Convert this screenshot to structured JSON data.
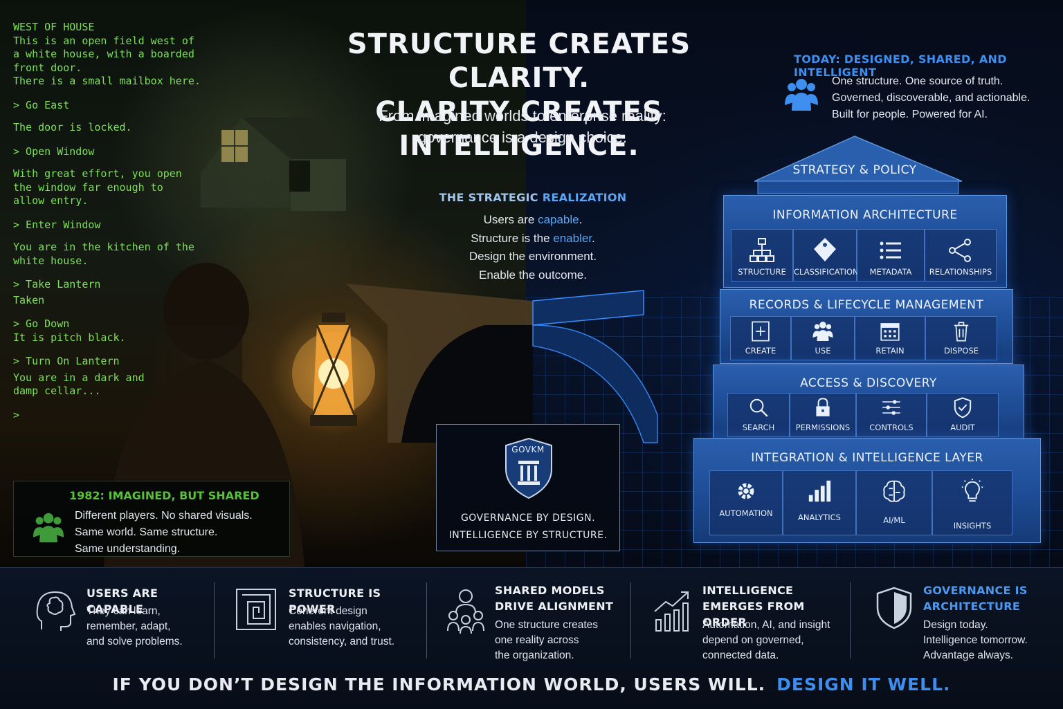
{
  "terminal": {
    "room": "WEST OF HOUSE",
    "intro": "This is an open field west of\na white house, with a boarded\nfront door.\nThere is a small mailbox here.",
    "cmd1": "> Go East",
    "resp1": "The door is locked.",
    "cmd2": "> Open Window",
    "resp2": "With great effort, you open\nthe window far enough to\nallow entry.",
    "cmd3": "> Enter Window",
    "resp3": "You are in the kitchen of the\nwhite house.",
    "cmd4": "> Take Lantern",
    "resp4": "Taken",
    "cmd5": "> Go Down",
    "resp5": "It is pitch black.",
    "cmd6": "> Turn On Lantern",
    "resp6": "You are in a dark and\ndamp cellar...",
    "prompt": ">"
  },
  "headline": {
    "line1": "STRUCTURE CREATES CLARITY.",
    "line2": "CLARITY CREATES INTELLIGENCE."
  },
  "subheadline": {
    "line1": "From imagined worlds to enterprise reality:",
    "line2": "governance is a design choice."
  },
  "today": {
    "title": "TODAY: DESIGNED, SHARED, AND INTELLIGENT",
    "line1": "One structure. One source of truth.",
    "line2": "Governed, discoverable, and actionable.",
    "line3": "Built for people. Powered for AI."
  },
  "strategic": {
    "title_a": "THE STRATEGIC ",
    "title_b": "REALIZATION",
    "l1a": "Users are ",
    "l1b": "capable",
    "l1c": ".",
    "l2a": "Structure is the ",
    "l2b": "enabler",
    "l2c": ".",
    "l3": "Design the environment.",
    "l4": "Enable the outcome."
  },
  "badge": {
    "logo": "GOVKM",
    "line1": "GOVERNANCE BY DESIGN.",
    "line2": "INTELLIGENCE BY STRUCTURE."
  },
  "p1982": {
    "title": "1982: IMAGINED, BUT SHARED",
    "line1": "Different players. No shared visuals.",
    "line2": "Same world. Same structure.",
    "line3": "Same understanding."
  },
  "pyramid": {
    "roof": "STRATEGY & POLICY",
    "tier1": {
      "title": "INFORMATION ARCHITECTURE",
      "cells": [
        "STRUCTURE",
        "CLASSIFICATION",
        "METADATA",
        "RELATIONSHIPS"
      ]
    },
    "tier2": {
      "title": "RECORDS & LIFECYCLE MANAGEMENT",
      "cells": [
        "CREATE",
        "USE",
        "RETAIN",
        "DISPOSE"
      ]
    },
    "tier3": {
      "title": "ACCESS & DISCOVERY",
      "cells": [
        "SEARCH",
        "PERMISSIONS",
        "CONTROLS",
        "AUDIT"
      ]
    },
    "tier4": {
      "title": "INTEGRATION & INTELLIGENCE LAYER",
      "cells": [
        "AUTOMATION",
        "ANALYTICS",
        "AI/ML",
        "INSIGHTS"
      ]
    }
  },
  "pillars": [
    {
      "title": "USERS ARE CAPABLE",
      "desc": "They can learn,\nremember, adapt,\nand solve problems.",
      "icon": "head-brain-icon"
    },
    {
      "title": "STRUCTURE IS POWER",
      "desc": "Coherent design\nenables navigation,\nconsistency, and trust.",
      "icon": "maze-icon"
    },
    {
      "title": "SHARED MODELS\nDRIVE ALIGNMENT",
      "desc": "One structure creates\none reality across\nthe organization.",
      "icon": "team-icon"
    },
    {
      "title": "INTELLIGENCE\nEMERGES FROM ORDER",
      "desc": "Automation, AI, and insight\ndepend on governed,\nconnected data.",
      "icon": "growth-chart-icon"
    },
    {
      "title": "GOVERNANCE IS\nARCHITECTURE",
      "desc": "Design today.\nIntelligence tomorrow.\nAdvantage always.",
      "icon": "shield-icon"
    }
  ],
  "footer": {
    "a": "IF YOU DON’T DESIGN THE INFORMATION WORLD, USERS WILL.",
    "b": "DESIGN IT WELL."
  },
  "colors": {
    "terminal_green": "#7ee05a",
    "accent_blue": "#3d8eef",
    "green_title": "#58c03a"
  }
}
